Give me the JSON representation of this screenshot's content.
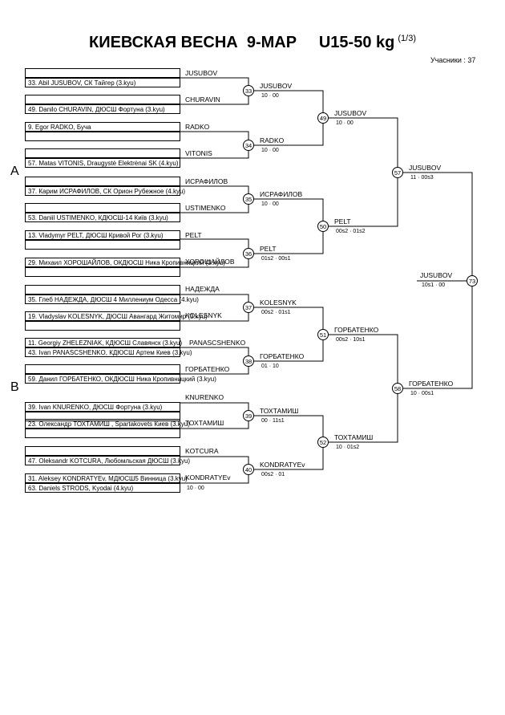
{
  "header": {
    "title": "КИЕВСКАЯ ВЕСНА  9-МАР     U15-50 kg",
    "page": "(1/3)",
    "participants": "Учасники : 37"
  },
  "sections": [
    "A",
    "B"
  ],
  "entries": [
    "33. Abil JUSUBOV, СК Тайгер (3.kyu)",
    "49. Danilo CHURAVIN, ДЮСШ Фортуна (3.kyu)",
    "9. Egor RADKO, Буча",
    "57. Matas VITONIS, Draugystė Elektrėnai SK (4.kyu)",
    "37. Карим ИСРАФИЛОВ, СК Орион Рубежное (4.kyu)",
    "53. Daniil USTIMENKO, КДЮСШ-14 Київ (3.kyu)",
    "13. Vladymyr PELT, ДЮСШ Кривой Рог (3.kyu)",
    "29. Михаил ХОРОШАЙЛОВ, ОКДЮСШ Ника Кропивницкий (3.kyu)",
    "35. Глеб НАДЕЖДА, ДЮСШ 4 Миллениум Одесса (4.kyu)",
    "19. Vladyslav KOLESNYK, ДЮСШ Авангард Житомир (3.kyu)",
    "11. Georgiy ZHELEZNIAK, КДЮСШ Славянск (3.kyu)",
    "43. Ivan PANASCSHENKO, КДЮСШ Артем Киев (3.kyu)",
    "59. Данил ГОРБАТЕНКО, ОКДЮСШ Ника Кропивницкий (3.kyu)",
    "39. Ivan KNURENKO, ДЮСШ Фортуна (3.kyu)",
    "23. Олександр ТОХТАМИШ , Spartakovets Киев (3.kyu)",
    "47. Oleksandr KOTCURA, Любомльская ДЮСШ (3.kyu)",
    "31. Aleksey KONDRATYEv, МДЮСШ5 Винница (3.kyu)",
    "63. Daniels STRODS, Kyodai (4.kyu)"
  ],
  "r1_names": [
    "JUSUBOV",
    "CHURAVIN",
    "RADKO",
    "VITONIS",
    "ИСРАФИЛОВ",
    "USTIMENKO",
    "PELT",
    "ХОРОШАЙЛОВ",
    "НАДЕЖДА",
    "KOLESNYK",
    "PANASCSHENKO",
    "ГОРБАТЕНКО",
    "KNURENKO",
    "ТОХТАМИШ",
    "KOTCURA",
    "KONDRATYEv"
  ],
  "pre": {
    "winner": "PANASCSHENKO",
    "match": "",
    "score": ""
  },
  "pre2": {
    "winner": "KONDRATYEv",
    "score": "10 · 00"
  },
  "r2": [
    {
      "match": "33",
      "winner": "JUSUBOV",
      "score": "10 · 00"
    },
    {
      "match": "34",
      "winner": "RADKO",
      "score": "10 · 00"
    },
    {
      "match": "35",
      "winner": "ИСРАФИЛОВ",
      "score": "10 · 00"
    },
    {
      "match": "36",
      "winner": "PELT",
      "score": "01s2 · 00s1"
    },
    {
      "match": "37",
      "winner": "KOLESNYK",
      "score": "00s2 · 01s1"
    },
    {
      "match": "38",
      "winner": "ГОРБАТЕНКО",
      "score": "01 · 10"
    },
    {
      "match": "39",
      "winner": "ТОХТАМИШ",
      "score": "00 · 11s1"
    },
    {
      "match": "40",
      "winner": "KONDRATYEv",
      "score": "00s2 · 01"
    }
  ],
  "r3": [
    {
      "match": "49",
      "winner": "JUSUBOV",
      "score": "10 · 00"
    },
    {
      "match": "50",
      "winner": "PELT",
      "score": "00s2 · 01s2"
    },
    {
      "match": "51",
      "winner": "ГОРБАТЕНКО",
      "score": "00s2 · 10s1"
    },
    {
      "match": "52",
      "winner": "ТОХТАМИШ",
      "score": "10 · 01s2"
    }
  ],
  "r4": [
    {
      "match": "57",
      "winner": "JUSUBOV",
      "score": "11 · 00s3"
    },
    {
      "match": "58",
      "winner": "ГОРБАТЕНКО",
      "score": "10 · 00s1"
    }
  ],
  "final": {
    "match": "73",
    "winner": "JUSUBOV",
    "score": "10s1 · 00"
  }
}
